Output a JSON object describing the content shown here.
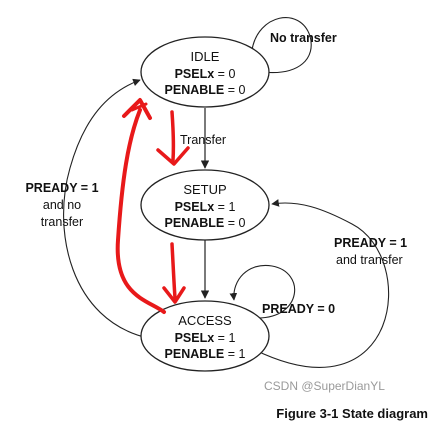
{
  "states": {
    "idle": {
      "name": "IDLE",
      "psel_label": "PSELx",
      "psel_value": " = 0",
      "penable_label": "PENABLE",
      "penable_value": " = 0"
    },
    "setup": {
      "name": "SETUP",
      "psel_label": "PSELx",
      "psel_value": " = 1",
      "penable_label": "PENABLE",
      "penable_value": " = 0"
    },
    "access": {
      "name": "ACCESS",
      "psel_label": "PSELx",
      "psel_value": " = 1",
      "penable_label": "PENABLE",
      "penable_value": " = 1"
    }
  },
  "transitions": {
    "idle_self": "No transfer",
    "idle_to_setup": "Transfer",
    "access_self": "PREADY = 0",
    "access_to_setup_line1": "PREADY = 1",
    "access_to_setup_line2": "and transfer",
    "access_to_idle_line1": "PREADY = 1",
    "access_to_idle_line2": "and  no",
    "access_to_idle_line3": "transfer"
  },
  "caption": "Figure 3-1 State diagram",
  "watermark": "CSDN @SuperDianYL",
  "colors": {
    "state_stroke": "#222222",
    "edge_stroke": "#222222",
    "annotation_red": "#e8191a"
  }
}
